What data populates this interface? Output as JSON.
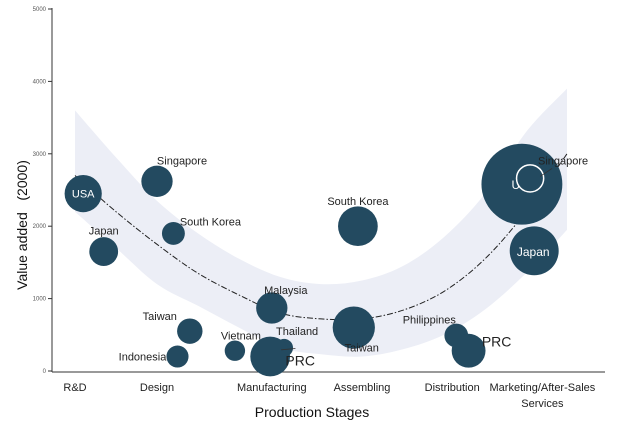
{
  "chart_data": {
    "type": "scatter",
    "title": "",
    "xlabel": "Production Stages",
    "ylabel": "Value added   (2000)",
    "ylim": [
      0,
      5000
    ],
    "yticks": [
      0,
      1000,
      2000,
      3000,
      4000,
      5000
    ],
    "grid": false,
    "legend": "none",
    "categories": [
      {
        "label": "R&D",
        "x": 0
      },
      {
        "label": "Design",
        "x": 1
      },
      {
        "label": "Manufacturing",
        "x": 2.4
      },
      {
        "label": "Assembling",
        "x": 3.5
      },
      {
        "label": "Distribution",
        "x": 4.6
      },
      {
        "label": "Marketing/After-Sales",
        "label2": "Services",
        "x": 5.7
      }
    ],
    "points": [
      {
        "label": "USA",
        "x": 0.1,
        "y": 2450,
        "size": 3,
        "label_inside": true
      },
      {
        "label": "Japan",
        "x": 0.35,
        "y": 1650,
        "size": 2
      },
      {
        "label": "Singapore",
        "x": 1.0,
        "y": 2620,
        "size": 2.3
      },
      {
        "label": "South Korea",
        "x": 1.2,
        "y": 1900,
        "size": 1.3
      },
      {
        "label": "Taiwan",
        "x": 1.4,
        "y": 550,
        "size": 1.6
      },
      {
        "label": "Indonesia",
        "x": 1.25,
        "y": 200,
        "size": 1.2
      },
      {
        "label": "Vietnam",
        "x": 1.95,
        "y": 280,
        "size": 1
      },
      {
        "label": "Malaysia",
        "x": 2.4,
        "y": 870,
        "size": 2.3
      },
      {
        "label": "Thailand",
        "x": 2.55,
        "y": 320,
        "size": 0.7
      },
      {
        "label": "PRC",
        "x": 2.38,
        "y": 200,
        "size": 3.3
      },
      {
        "label": "South Korea",
        "x": 3.45,
        "y": 2000,
        "size": 3.3
      },
      {
        "label": "Taiwan",
        "x": 3.4,
        "y": 600,
        "size": 3.6
      },
      {
        "label": "Philippines",
        "x": 4.65,
        "y": 490,
        "size": 1.4
      },
      {
        "label": "PRC",
        "x": 4.8,
        "y": 280,
        "size": 2.6
      },
      {
        "label": "USA",
        "x": 5.45,
        "y": 2580,
        "size": 8.2,
        "label_inside": true
      },
      {
        "label": "Singapore",
        "x": 5.55,
        "y": 2660,
        "size": 1.8
      },
      {
        "label": "Japan",
        "x": 5.6,
        "y": 1660,
        "size": 4.4,
        "label_inside": true
      }
    ],
    "trend": {
      "style": "dash-dot",
      "x": [
        0,
        0.5,
        1,
        1.5,
        2,
        2.5,
        3,
        3.5,
        4,
        4.5,
        5,
        5.5,
        6
      ],
      "y": [
        2700,
        2200,
        1750,
        1350,
        1050,
        800,
        720,
        720,
        840,
        1100,
        1550,
        2200,
        3000
      ]
    },
    "band": {
      "x": [
        0,
        0.5,
        1,
        1.5,
        2,
        2.5,
        3,
        3.5,
        4,
        4.5,
        5,
        5.5,
        6
      ],
      "upper": [
        3600,
        2950,
        2350,
        1900,
        1550,
        1300,
        1200,
        1250,
        1450,
        1850,
        2450,
        3300,
        3900
      ],
      "lower": [
        2200,
        1700,
        1200,
        900,
        600,
        320,
        230,
        200,
        300,
        500,
        850,
        1350,
        1950
      ]
    }
  }
}
